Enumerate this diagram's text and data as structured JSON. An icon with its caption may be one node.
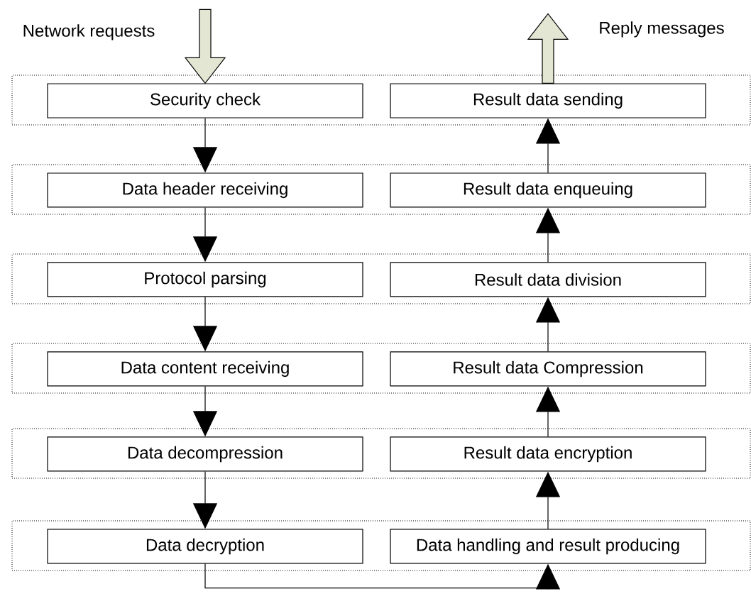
{
  "diagram": {
    "nodes": [
      {
        "text": [],
        "shape": "box"
      },
      {
        "text": [
          "Security check"
        ],
        "in": 0
      },
      {
        "text": [
          "Result data sending"
        ],
        "in": 0
      },
      {
        "text": [],
        "shape": "box"
      },
      {
        "text": [
          "Data header receiving"
        ],
        "in": 3
      },
      {
        "text": [
          "Result data enqueuing"
        ],
        "in": 3
      },
      {
        "text": [],
        "shape": "box"
      },
      {
        "text": [
          "Protocol parsing"
        ],
        "in": 6
      },
      {
        "text": [
          "Result data division"
        ],
        "in": 6
      },
      {
        "text": [],
        "shape": "box"
      },
      {
        "text": [
          "Data content receiving"
        ],
        "in": 9
      },
      {
        "text": [
          "Result data Compression"
        ],
        "in": 9
      },
      {
        "text": [],
        "shape": "box"
      },
      {
        "text": [
          "Data decompression"
        ],
        "in": 12
      },
      {
        "text": [
          "Result data encryption"
        ],
        "in": 12
      },
      {
        "text": [],
        "shape": "box"
      },
      {
        "text": [
          "Data decryption"
        ],
        "in": 15
      },
      {
        "text": [
          "Data handling and result producing"
        ],
        "in": 15
      }
    ],
    "edges": [
      {
        "from": null,
        "to": 1,
        "arrow": "to",
        "label": "Network requests",
        "style": "thick",
        "color": "#e2e6d2"
      },
      {
        "from": 1,
        "to": 4,
        "arrow": "to"
      },
      {
        "from": 4,
        "to": 7,
        "arrow": "to"
      },
      {
        "from": 7,
        "to": 10,
        "arrow": "to"
      },
      {
        "from": 10,
        "to": 13,
        "arrow": "to"
      },
      {
        "from": 13,
        "to": 16,
        "arrow": "to"
      },
      {
        "from": 16,
        "to": 17,
        "arrow": "to"
      },
      {
        "from": 17,
        "to": 14,
        "arrow": "to"
      },
      {
        "from": 14,
        "to": 11,
        "arrow": "to"
      },
      {
        "from": 11,
        "to": 8,
        "arrow": "to"
      },
      {
        "from": 8,
        "to": 5,
        "arrow": "to"
      },
      {
        "from": 5,
        "to": 2,
        "arrow": "to"
      },
      {
        "from": 2,
        "to": null,
        "arrow": "to",
        "label": "Reply messages",
        "style": "thick",
        "color": "#e2e6d2"
      }
    ]
  }
}
